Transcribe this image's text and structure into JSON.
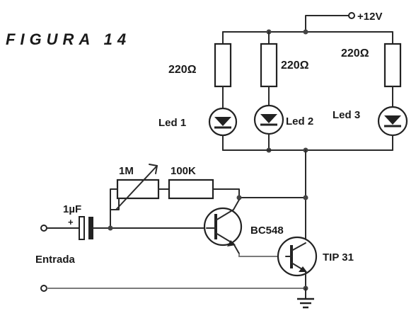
{
  "figure_title": "FIGURA 14",
  "supply_label": "+12V",
  "resistors": {
    "r1": "220Ω",
    "r2": "220Ω",
    "r3": "220Ω",
    "trimmer": "1M",
    "fixed": "100K"
  },
  "leds": {
    "led1": "Led 1",
    "led2": "Led 2",
    "led3": "Led 3"
  },
  "capacitor_label": "1µF",
  "capacitor_plus": "+",
  "transistors": {
    "q1": "BC548",
    "q2": "TIP 31"
  },
  "input_label": "Entrada"
}
